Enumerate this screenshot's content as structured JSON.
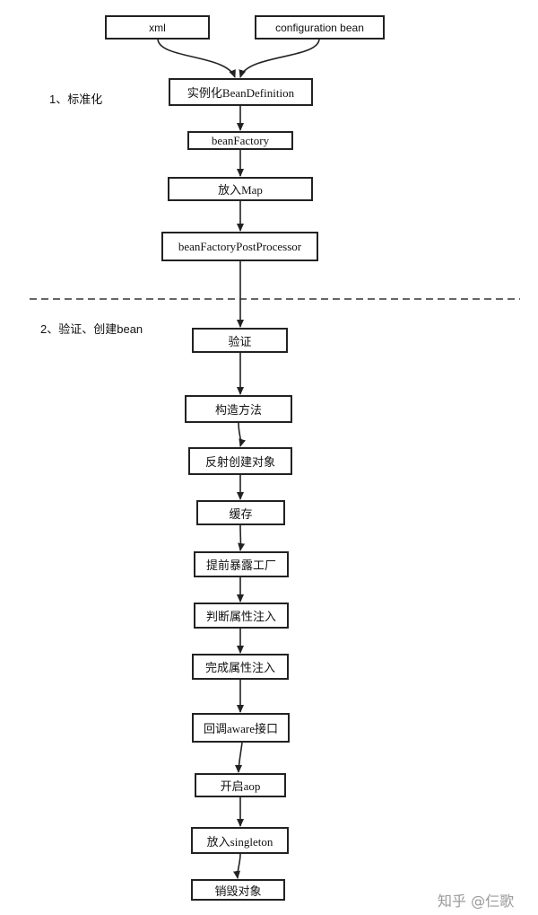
{
  "sections": {
    "stage1": "1、标准化",
    "stage2": "2、验证、创建bean"
  },
  "inputs": {
    "xml": "xml",
    "configuration_bean": "configuration bean"
  },
  "stage1_steps": [
    "实例化BeanDefinition",
    "beanFactory",
    "放入Map",
    "beanFactoryPostProcessor"
  ],
  "stage2_steps": [
    "验证",
    "构造方法",
    "反射创建对象",
    "缓存",
    "提前暴露工厂",
    "判断属性注入",
    "完成属性注入",
    "回调aware接口",
    "开启aop",
    "放入singleton",
    "销毁对象"
  ],
  "watermark": "知乎 @仨歌",
  "colors": {
    "line": "#222222",
    "box_border": "#222222",
    "divider": "#333333",
    "watermark": "#9a9a9a"
  }
}
